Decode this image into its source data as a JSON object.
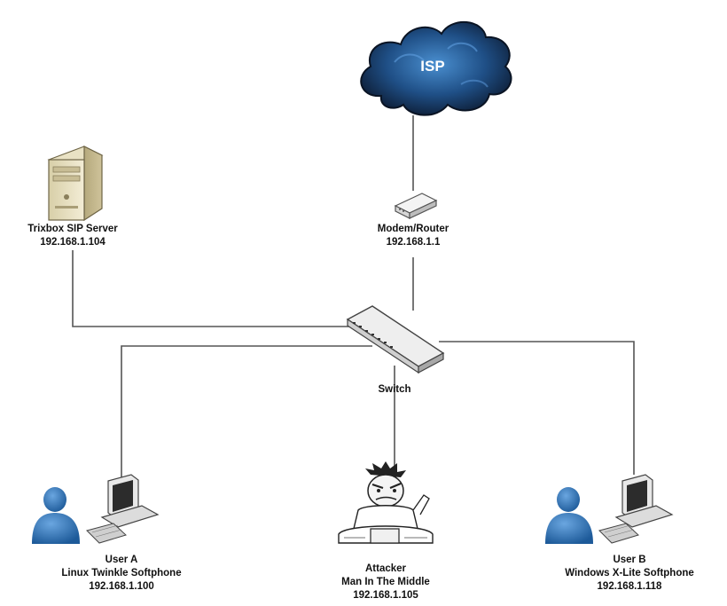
{
  "nodes": {
    "isp": {
      "label": "ISP"
    },
    "sip_server": {
      "name": "Trixbox SIP Server",
      "ip": "192.168.1.104"
    },
    "router": {
      "name": "Modem/Router",
      "ip": "192.168.1.1"
    },
    "switch": {
      "name": "Switch"
    },
    "user_a": {
      "name": "User A",
      "role": "Linux Twinkle Softphone",
      "ip": "192.168.1.100"
    },
    "attacker": {
      "name": "Attacker",
      "role": "Man In The Middle",
      "ip": "192.168.1.105"
    },
    "user_b": {
      "name": "User B",
      "role": "Windows X-Lite Softphone",
      "ip": "192.168.1.118"
    }
  },
  "colors": {
    "cloud_dark": "#0f1e35",
    "cloud_mid": "#1f4f86",
    "cloud_light": "#3f7fc0",
    "user_blue": "#2f73b5",
    "line": "#555555"
  }
}
